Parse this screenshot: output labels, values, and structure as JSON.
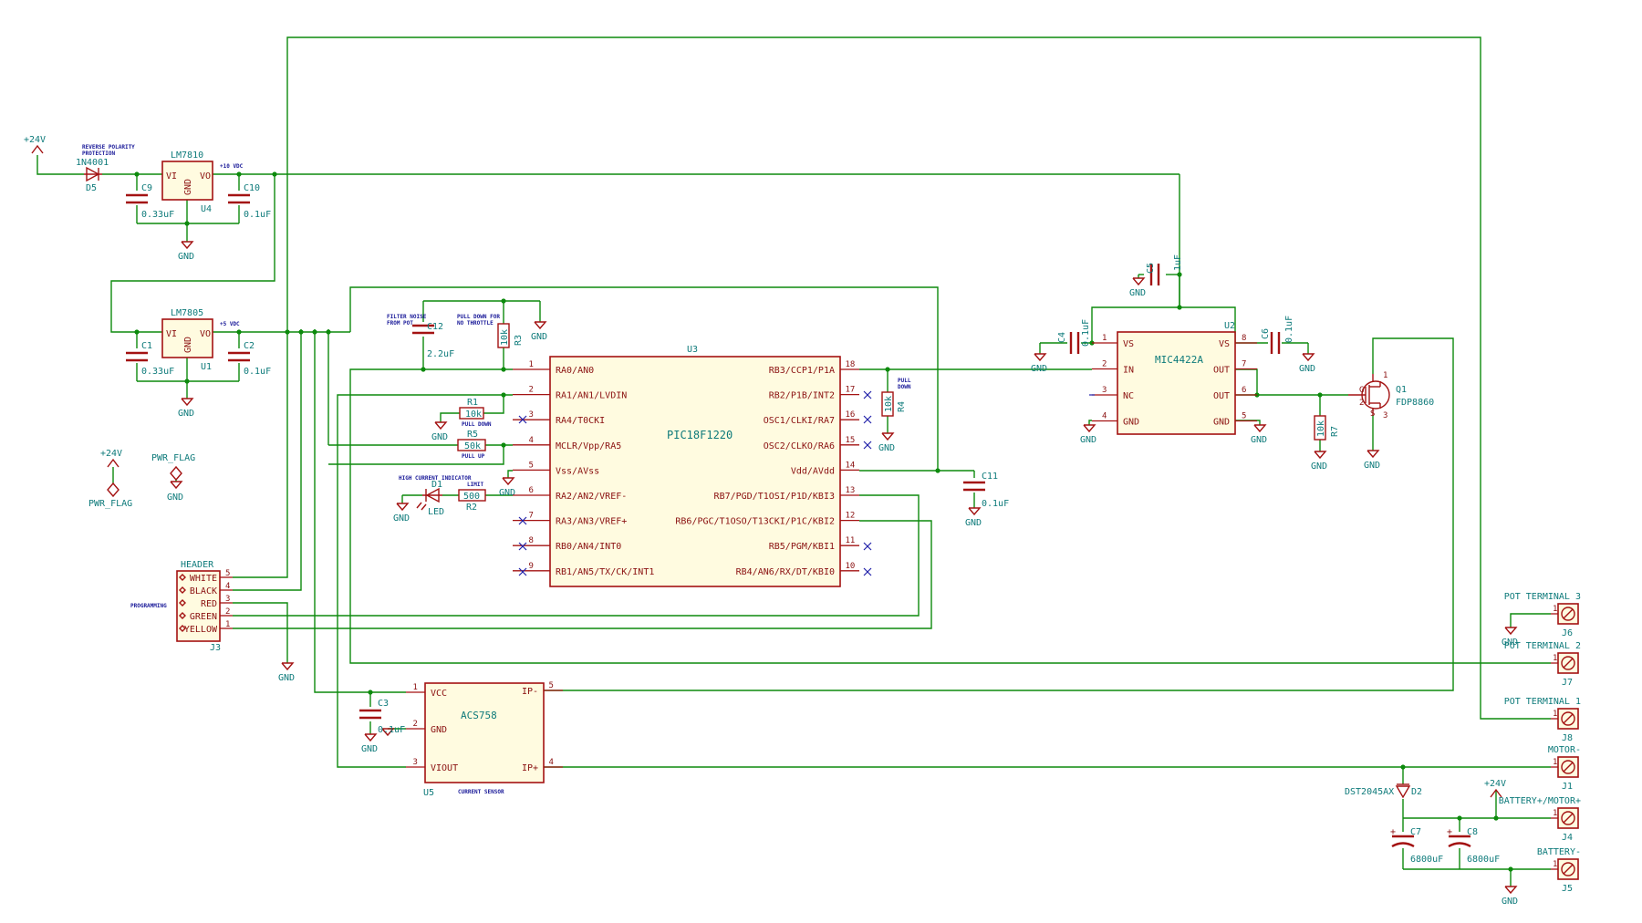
{
  "power": {
    "v24": "+24V",
    "gnd": "GND",
    "pwr_flag": "PWR_FLAG"
  },
  "notes": {
    "reverse": [
      "REVERSE POLARITY",
      "PROTECTION"
    ],
    "v10": "+10 VDC",
    "v5": "+5 VDC",
    "filter": [
      "FILTER NOISE",
      "FROM POT"
    ],
    "pulldown_throttle": [
      "PULL DOWN FOR",
      "NO THROTTLE"
    ],
    "pull_down": "PULL DOWN",
    "pull_up": "PULL UP",
    "high_current": "HIGH CURRENT INDICATOR",
    "limit": "LIMIT",
    "programming": "PROGRAMMING",
    "current_sensor": "CURRENT SENSOR",
    "pull_down_r4": [
      "PULL",
      "DOWN"
    ]
  },
  "parts": {
    "d5": {
      "ref": "D5",
      "value": "1N4001"
    },
    "u4": {
      "ref": "U4",
      "value": "LM7810",
      "vi": "VI",
      "vo": "VO",
      "gnd": "GND"
    },
    "u1": {
      "ref": "U1",
      "value": "LM7805",
      "vi": "VI",
      "vo": "VO",
      "gnd": "GND"
    },
    "c9": {
      "ref": "C9",
      "value": "0.33uF"
    },
    "c10": {
      "ref": "C10",
      "value": "0.1uF"
    },
    "c1": {
      "ref": "C1",
      "value": "0.33uF"
    },
    "c2": {
      "ref": "C2",
      "value": "0.1uF"
    },
    "c12": {
      "ref": "C12",
      "value": "2.2uF"
    },
    "r3": {
      "ref": "R3",
      "value": "10k"
    },
    "r1": {
      "ref": "R1",
      "value": "10k"
    },
    "r5": {
      "ref": "R5",
      "value": "50k"
    },
    "r2": {
      "ref": "R2",
      "value": "500"
    },
    "d1": {
      "ref": "D1",
      "value": "LED"
    },
    "r4": {
      "ref": "R4",
      "value": "10k"
    },
    "c11": {
      "ref": "C11",
      "value": "0.1uF"
    },
    "c5": {
      "ref": "C5",
      "value": "1uF"
    },
    "c4": {
      "ref": "C4",
      "value": "0.1uF"
    },
    "c6": {
      "ref": "C6",
      "value": "0.1uF"
    },
    "r7": {
      "ref": "R7",
      "value": "10k"
    },
    "q1": {
      "ref": "Q1",
      "value": "FDP8860",
      "g": "G",
      "d": "D",
      "s": "S"
    },
    "c3": {
      "ref": "C3",
      "value": "0.1uF"
    },
    "d2": {
      "ref": "D2",
      "value": "DST2045AX"
    },
    "c7": {
      "ref": "C7",
      "value": "6800uF"
    },
    "c8": {
      "ref": "C8",
      "value": "6800uF"
    }
  },
  "u3": {
    "ref": "U3",
    "value": "PIC18F1220",
    "left": [
      {
        "n": "1",
        "name": "RA0/AN0"
      },
      {
        "n": "2",
        "name": "RA1/AN1/LVDIN"
      },
      {
        "n": "3",
        "name": "RA4/T0CKI"
      },
      {
        "n": "4",
        "name": "MCLR/Vpp/RA5"
      },
      {
        "n": "5",
        "name": "Vss/AVss"
      },
      {
        "n": "6",
        "name": "RA2/AN2/VREF-"
      },
      {
        "n": "7",
        "name": "RA3/AN3/VREF+"
      },
      {
        "n": "8",
        "name": "RB0/AN4/INT0"
      },
      {
        "n": "9",
        "name": "RB1/AN5/TX/CK/INT1"
      }
    ],
    "right": [
      {
        "n": "18",
        "name": "RB3/CCP1/P1A"
      },
      {
        "n": "17",
        "name": "RB2/P1B/INT2"
      },
      {
        "n": "16",
        "name": "OSC1/CLKI/RA7"
      },
      {
        "n": "15",
        "name": "OSC2/CLKO/RA6"
      },
      {
        "n": "14",
        "name": "Vdd/AVdd"
      },
      {
        "n": "13",
        "name": "RB7/PGD/T1OSI/P1D/KBI3"
      },
      {
        "n": "12",
        "name": "RB6/PGC/T1OSO/T13CKI/P1C/KBI2"
      },
      {
        "n": "11",
        "name": "RB5/PGM/KBI1"
      },
      {
        "n": "10",
        "name": "RB4/AN6/RX/DT/KBI0"
      }
    ]
  },
  "u2": {
    "ref": "U2",
    "value": "MIC4422A",
    "left": [
      {
        "n": "1",
        "name": "VS"
      },
      {
        "n": "2",
        "name": "IN"
      },
      {
        "n": "3",
        "name": "NC"
      },
      {
        "n": "4",
        "name": "GND"
      }
    ],
    "right": [
      {
        "n": "8",
        "name": "VS"
      },
      {
        "n": "7",
        "name": "OUT"
      },
      {
        "n": "6",
        "name": "OUT"
      },
      {
        "n": "5",
        "name": "GND"
      }
    ]
  },
  "u5": {
    "ref": "U5",
    "value": "ACS758",
    "left": [
      {
        "n": "1",
        "name": "VCC"
      },
      {
        "n": "2",
        "name": "GND"
      },
      {
        "n": "3",
        "name": "VIOUT"
      }
    ],
    "right": [
      {
        "n": "5",
        "name": "IP-"
      },
      {
        "n": "4",
        "name": "IP+"
      }
    ]
  },
  "j3": {
    "ref": "J3",
    "title": "HEADER",
    "pins": [
      {
        "n": "5",
        "name": "WHITE"
      },
      {
        "n": "4",
        "name": "BLACK"
      },
      {
        "n": "3",
        "name": "RED"
      },
      {
        "n": "2",
        "name": "GREEN"
      },
      {
        "n": "1",
        "name": "YELLOW"
      }
    ]
  },
  "terminals": [
    {
      "ref": "J6",
      "name": "POT TERMINAL 3"
    },
    {
      "ref": "J7",
      "name": "POT TERMINAL 2"
    },
    {
      "ref": "J8",
      "name": "POT TERMINAL 1"
    },
    {
      "ref": "J1",
      "name": "MOTOR-"
    },
    {
      "ref": "J4",
      "name": "BATTERY+/MOTOR+"
    },
    {
      "ref": "J5",
      "name": "BATTERY-"
    }
  ]
}
